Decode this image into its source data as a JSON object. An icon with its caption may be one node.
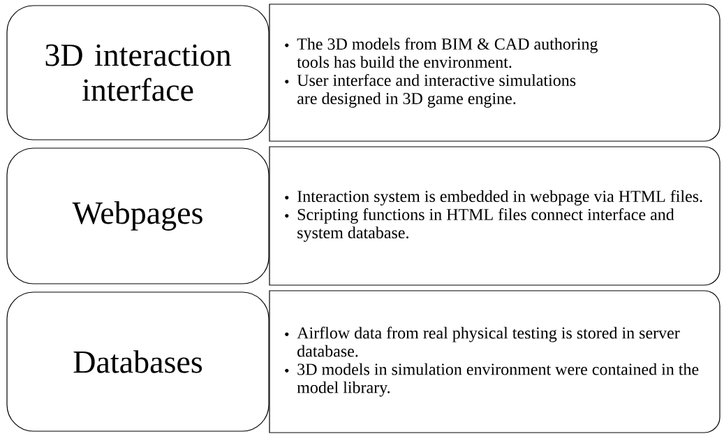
{
  "diagram": {
    "nodes": [
      {
        "text": [
          "3D interaction interface"
        ]
      },
      {
        "text": [
          "The 3D models from BIM & CAD authoring tools has build the environment.",
          "User interface and interactive simulations are designed in 3D game engine."
        ]
      },
      {
        "text": [
          "Webpages"
        ]
      },
      {
        "text": [
          "Interaction system is embedded in webpage via HTML files.",
          "Scripting functions in HTML files connect interface and system database."
        ]
      },
      {
        "text": [
          "Databases"
        ]
      },
      {
        "text": [
          "Airflow data from real physical testing is stored in server database.",
          "3D models in simulation environment were contained in the model library."
        ]
      }
    ]
  }
}
